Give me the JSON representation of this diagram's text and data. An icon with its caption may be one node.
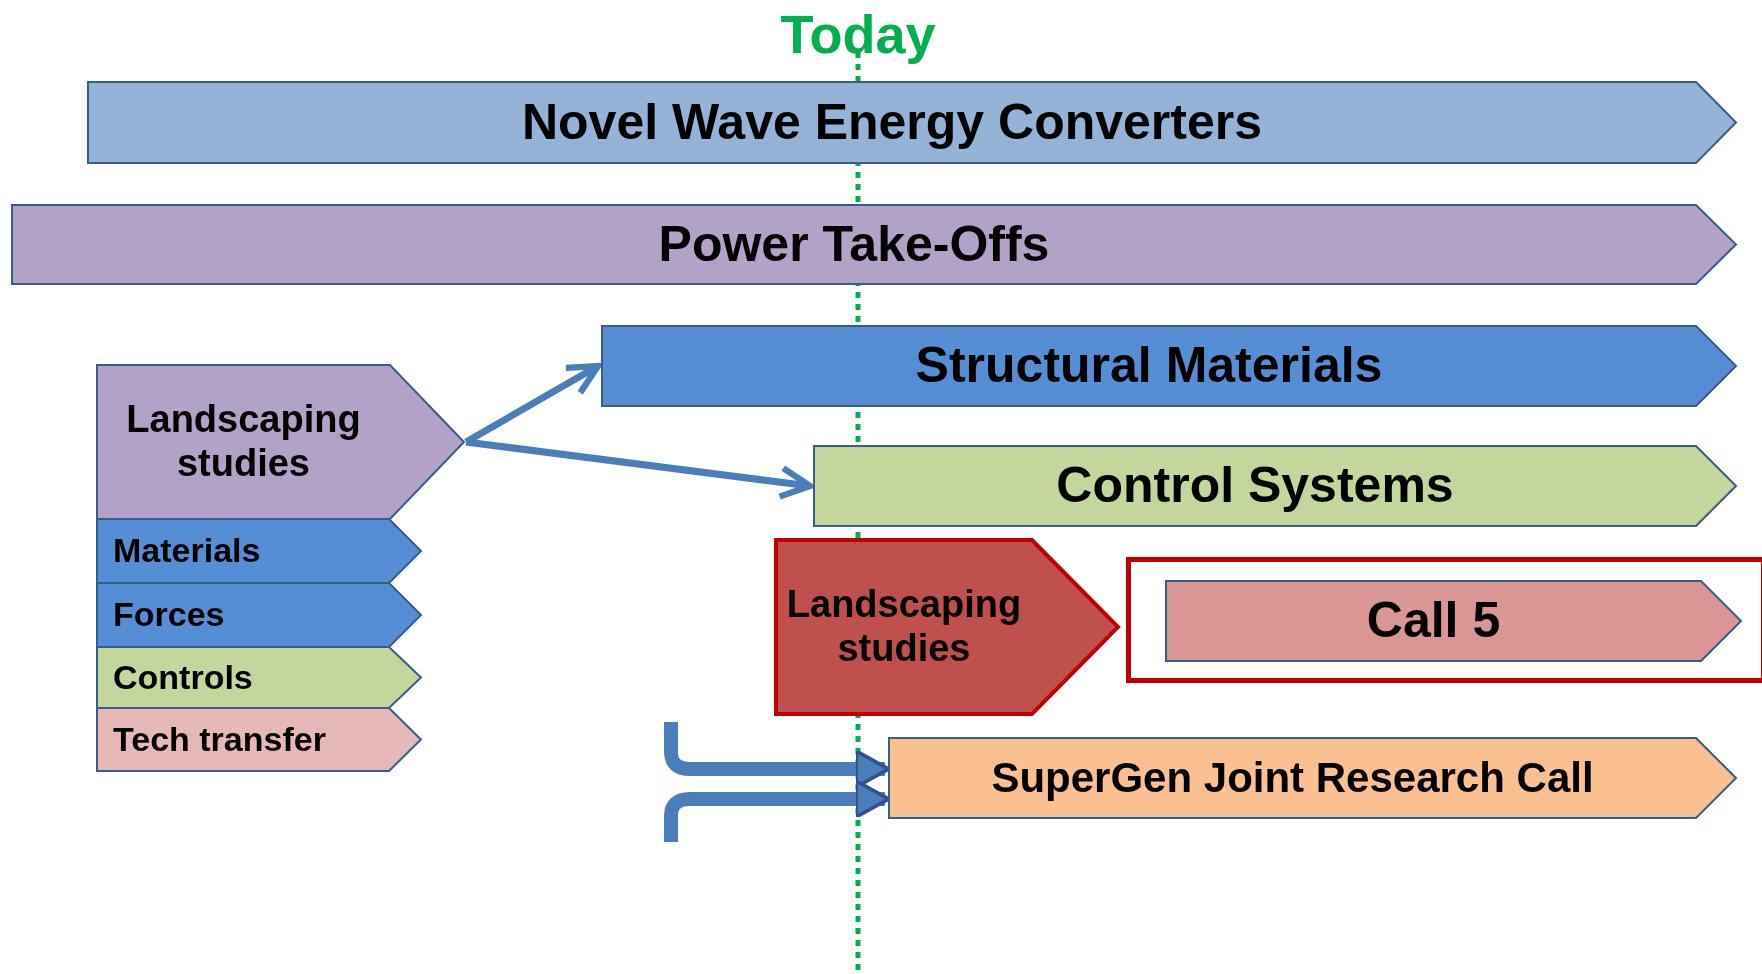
{
  "diagram": {
    "nodes": [
      {
        "text": [
          "Novel Wave Energy Converters"
        ]
      },
      {
        "text": [
          "Power Take-Offs"
        ]
      },
      {
        "text": [
          "Structural Materials"
        ]
      },
      {
        "text": [
          "Landscaping studies"
        ]
      },
      {
        "text": [
          "Control Systems"
        ]
      },
      {
        "text": [
          "Materials"
        ]
      },
      {
        "text": [
          "Forces"
        ]
      },
      {
        "text": [
          "Controls"
        ]
      },
      {
        "text": [
          "Tech transfer"
        ]
      },
      {
        "text": [
          "Landscaping studies"
        ]
      },
      {
        "text": [],
        "shape": "box"
      },
      {
        "text": [
          "Call 5"
        ],
        "in": 10
      },
      {
        "text": [
          "SuperGen Joint Research Call"
        ]
      }
    ],
    "edges": [
      {
        "from": 3,
        "to": 2,
        "arrow": "to"
      },
      {
        "from": 3,
        "to": 4,
        "arrow": "to"
      },
      {
        "from": null,
        "to": 12,
        "arrow": "to",
        "style": "thick"
      },
      {
        "from": null,
        "to": 12,
        "arrow": "to",
        "style": "thick"
      }
    ],
    "labels": [
      "Today"
    ]
  }
}
